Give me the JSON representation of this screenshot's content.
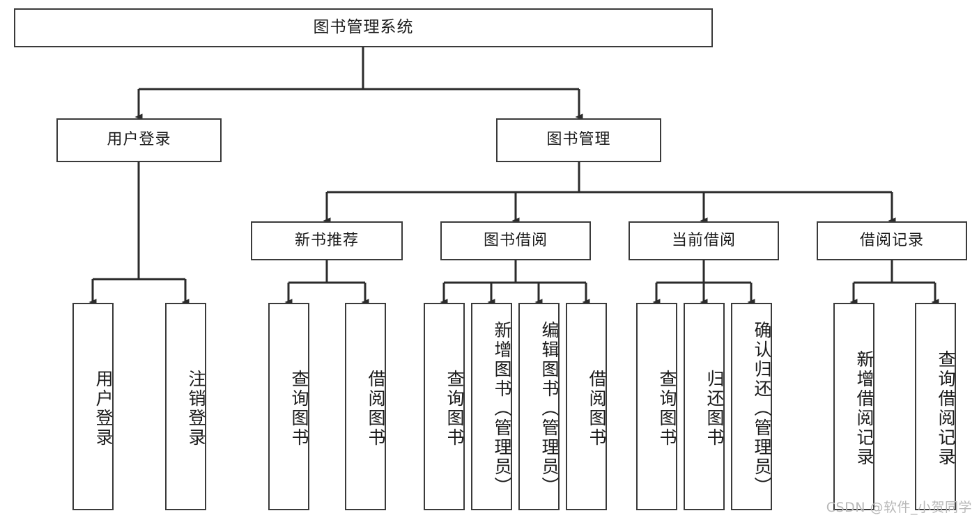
{
  "diagram": {
    "type": "tree-hierarchy-flowchart",
    "title": "图书管理系统",
    "theme": {
      "background": "#ffffff",
      "box_border": "#3a3a3a",
      "box_fill": "#ffffff",
      "line": "#2b2b2b",
      "text": "#1b1b1b",
      "watermark": "#b8b8b8"
    },
    "root": {
      "id": "root",
      "label": "图书管理系统"
    },
    "level2": [
      {
        "id": "login",
        "label": "用户登录"
      },
      {
        "id": "bookmgmt",
        "label": "图书管理"
      }
    ],
    "level3": [
      {
        "id": "newbook",
        "label": "新书推荐",
        "parent": "bookmgmt"
      },
      {
        "id": "borrow",
        "label": "图书借阅",
        "parent": "bookmgmt"
      },
      {
        "id": "current",
        "label": "当前借阅",
        "parent": "bookmgmt"
      },
      {
        "id": "records",
        "label": "借阅记录",
        "parent": "bookmgmt"
      }
    ],
    "leaves": [
      {
        "id": "leaf-1",
        "label": "用户登录",
        "parent": "login"
      },
      {
        "id": "leaf-2",
        "label": "注销登录",
        "parent": "login"
      },
      {
        "id": "leaf-3",
        "label": "查询图书",
        "parent": "newbook"
      },
      {
        "id": "leaf-4",
        "label": "借阅图书",
        "parent": "newbook"
      },
      {
        "id": "leaf-5",
        "label": "查询图书",
        "parent": "borrow"
      },
      {
        "id": "leaf-6",
        "label": "新增图书（管理员）",
        "parent": "borrow"
      },
      {
        "id": "leaf-7",
        "label": "编辑图书（管理员）",
        "parent": "borrow"
      },
      {
        "id": "leaf-8",
        "label": "借阅图书",
        "parent": "borrow"
      },
      {
        "id": "leaf-9",
        "label": "查询图书",
        "parent": "current"
      },
      {
        "id": "leaf-10",
        "label": "归还图书",
        "parent": "current"
      },
      {
        "id": "leaf-11",
        "label": "确认归还（管理员）",
        "parent": "current"
      },
      {
        "id": "leaf-12",
        "label": "新增借阅记录",
        "parent": "records"
      },
      {
        "id": "leaf-13",
        "label": "查询借阅记录",
        "parent": "records"
      }
    ],
    "watermark": "CSDN @软件_小贺同学"
  }
}
